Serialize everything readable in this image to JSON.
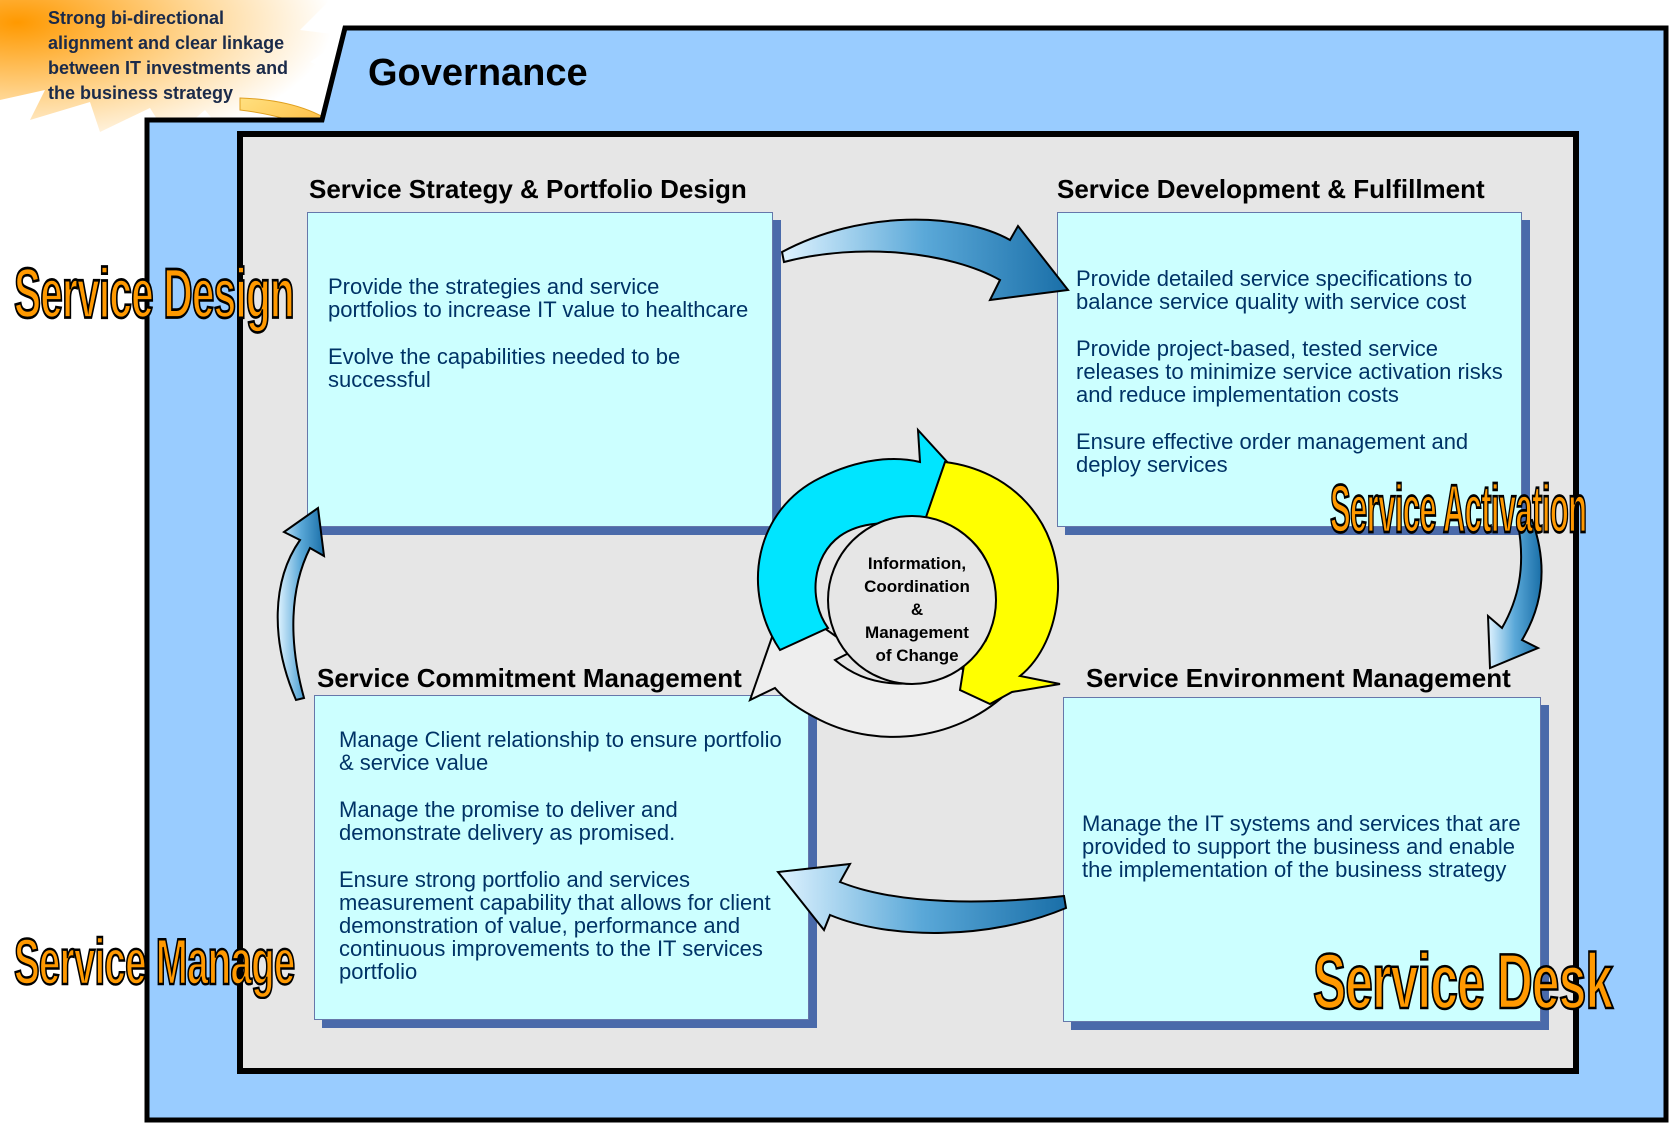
{
  "callout": {
    "lines": [
      "Strong bi-directional",
      "alignment and clear linkage",
      "between IT investments and",
      "the business strategy"
    ]
  },
  "governance": {
    "title": "Governance"
  },
  "quadrants": {
    "strategy": {
      "title": "Service Strategy & Portfolio Design",
      "paragraphs": [
        "Provide the strategies and service portfolios to increase IT value to healthcare",
        "Evolve the capabilities needed to be successful"
      ]
    },
    "development": {
      "title": "Service Development & Fulfillment",
      "paragraphs": [
        "Provide detailed service specifications to balance service quality with service cost",
        "Provide project-based, tested service releases to minimize service activation risks and reduce implementation costs",
        "Ensure effective order management and deploy services"
      ]
    },
    "commitment": {
      "title": "Service Commitment Management",
      "paragraphs": [
        "Manage Client relationship to ensure portfolio & service value",
        "Manage the promise to deliver and demonstrate delivery as promised.",
        "Ensure strong portfolio and services measurement capability that allows for client demonstration of value, performance and continuous improvements to the IT services portfolio"
      ]
    },
    "environment": {
      "title": "Service Environment Management",
      "paragraphs": [
        "Manage the IT systems and services that are provided to support  the business and enable the implementation of the business strategy"
      ]
    }
  },
  "service_labels": {
    "design": "Service Design",
    "activation": "Service Activation",
    "manage": "Service Manage",
    "desk": "Service Desk"
  },
  "center": {
    "lines": [
      "Information,",
      "Coordination",
      "&",
      "Management",
      "of Change"
    ]
  },
  "colors": {
    "outer_frame": "#99ccff",
    "inner_panel": "#e6e6e6",
    "box_fill": "#ccffff",
    "box_text": "#003366",
    "service_label": "#ff9900",
    "cycle_cyan": "#00e5ff",
    "cycle_yellow": "#ffff00",
    "cycle_gray": "#eeeeee",
    "flow_arrow": "#3a88bb"
  }
}
